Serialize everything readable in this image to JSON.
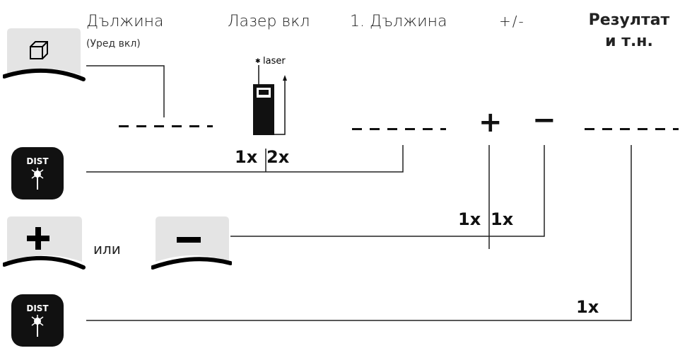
{
  "header": {
    "col1": "Дължина",
    "col1_sub": "(Уред вкл)",
    "col2": "Лазер вкл",
    "col3": "1. Дължина",
    "col4": "+/-",
    "col5_line1": "Резултат",
    "col5_line2": "и т.н."
  },
  "device": {
    "laser_label": "laser"
  },
  "counts": {
    "press_once": "1x",
    "press_twice": "2x"
  },
  "buttons": {
    "dist_label": "DIST",
    "or_label": "или"
  },
  "signs": {
    "plus": "+",
    "minus": "−"
  },
  "icons": [
    "cube-measure-icon",
    "dist-laser-icon",
    "plus-key-icon",
    "minus-key-icon"
  ]
}
